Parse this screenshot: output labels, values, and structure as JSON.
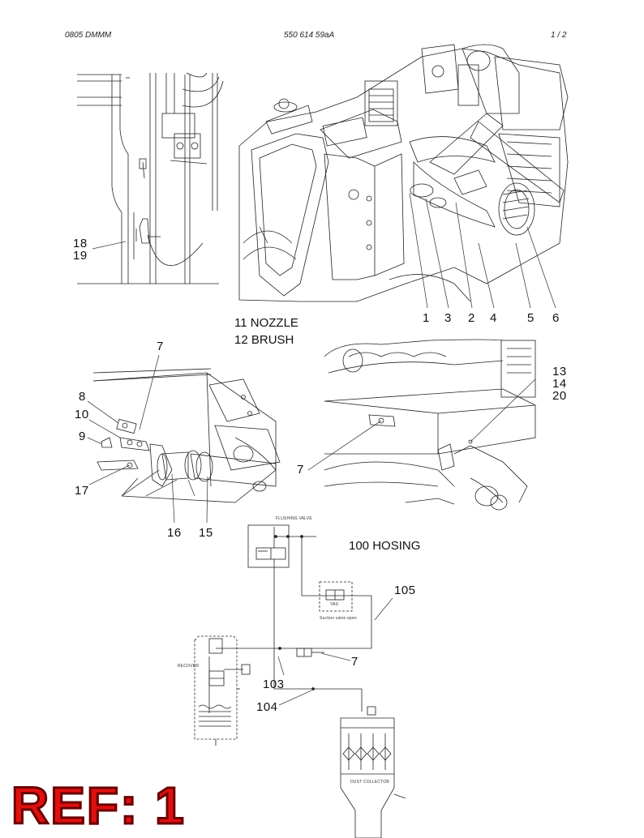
{
  "header": {
    "left": "0805 DMMM",
    "center": "550 614 59aA",
    "right": "1 /  2"
  },
  "top_left_callouts": [
    "18",
    "19"
  ],
  "top_right_callouts": [
    "1",
    "3",
    "2",
    "4",
    "5",
    "6"
  ],
  "legend": {
    "nozzle": "11  NOZZLE",
    "brush": "12  BRUSH",
    "hosing": "100  HOSING"
  },
  "mid_left_callouts": {
    "c7": "7",
    "c8": "8",
    "c10": "10",
    "c9": "9",
    "c17": "17",
    "c16": "16",
    "c15": "15"
  },
  "mid_right_callouts": {
    "c13": "13",
    "c14": "14",
    "c20": "20",
    "c7": "7"
  },
  "schematic": {
    "flushing_valve": "FLUSHING VALVE",
    "suction_valve": "Suction valve open",
    "recover": "RECOVER",
    "dust_collector": "DUST COLLECTOR",
    "yas": "YAS",
    "c105": "105",
    "c7": "7",
    "c103": "103",
    "c104": "104"
  },
  "ref_label": "REF: 1"
}
